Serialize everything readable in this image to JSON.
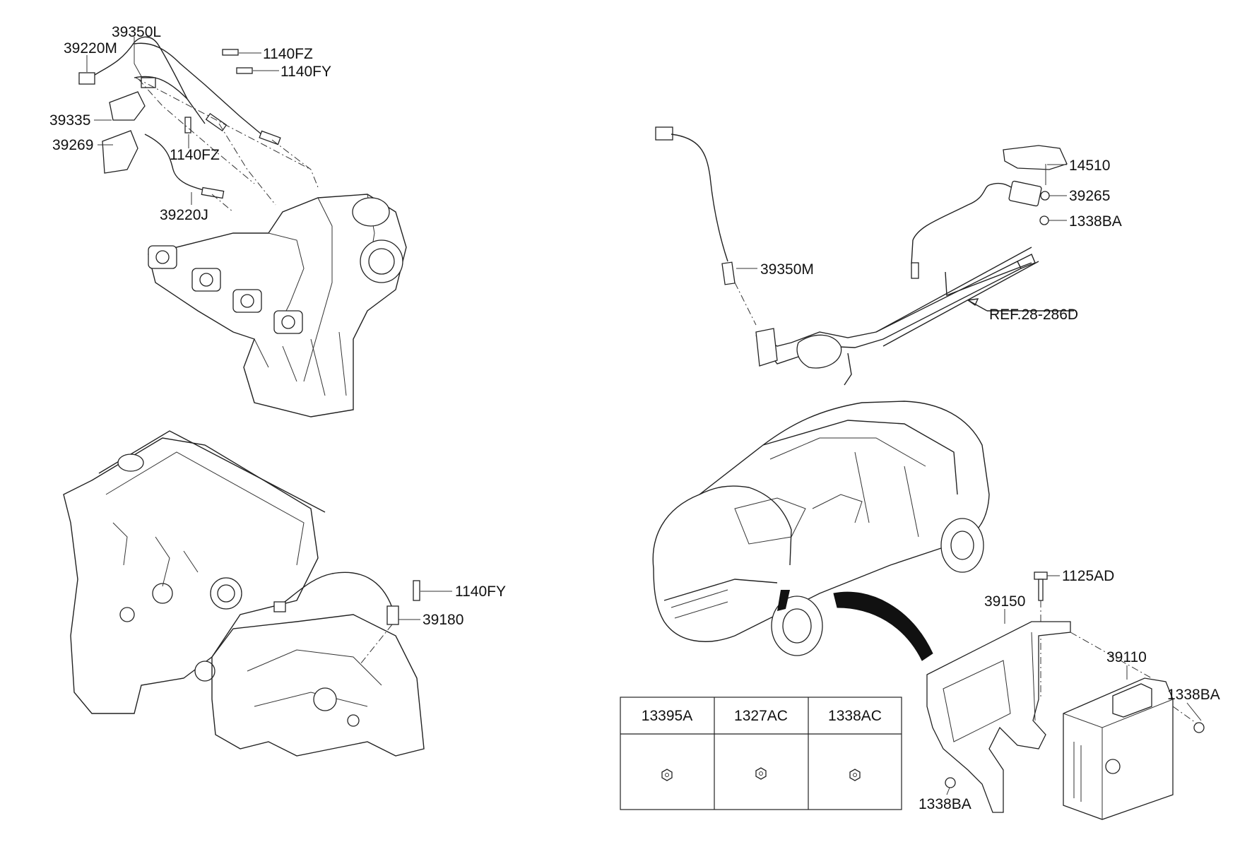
{
  "callouts": [
    {
      "id": "39350L",
      "text": "39350L"
    },
    {
      "id": "39220M",
      "text": "39220M"
    },
    {
      "id": "1140FZ_top",
      "text": "1140FZ"
    },
    {
      "id": "1140FY_top",
      "text": "1140FY"
    },
    {
      "id": "39335",
      "text": "39335"
    },
    {
      "id": "39269",
      "text": "39269"
    },
    {
      "id": "1140FZ_mid",
      "text": "1140FZ"
    },
    {
      "id": "39220J",
      "text": "39220J"
    },
    {
      "id": "1140FY_bot",
      "text": "1140FY"
    },
    {
      "id": "39180",
      "text": "39180"
    },
    {
      "id": "39350M",
      "text": "39350M"
    },
    {
      "id": "14510",
      "text": "14510"
    },
    {
      "id": "39265",
      "text": "39265"
    },
    {
      "id": "1338BA_top",
      "text": "1338BA"
    },
    {
      "id": "ref",
      "text": "REF.28-286D"
    },
    {
      "id": "1125AD",
      "text": "1125AD"
    },
    {
      "id": "39150",
      "text": "39150"
    },
    {
      "id": "39110",
      "text": "39110"
    },
    {
      "id": "1338BA_right",
      "text": "1338BA"
    },
    {
      "id": "1338BA_bottom",
      "text": "1338BA"
    }
  ],
  "fastener_table": {
    "headers": [
      "13395A",
      "1327AC",
      "1338AC"
    ]
  }
}
